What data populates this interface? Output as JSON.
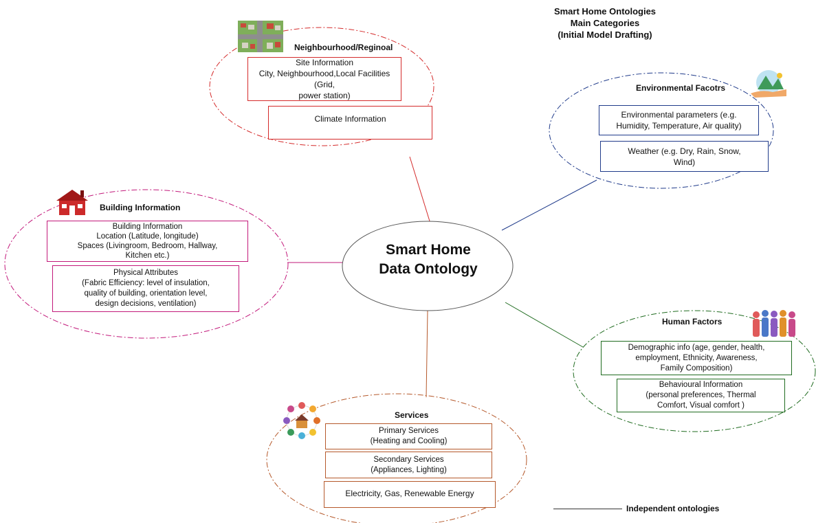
{
  "heading": [
    "Smart Home Ontologies",
    "Main Categories",
    "(Initial Model Drafting)"
  ],
  "central": [
    "Smart Home",
    "Data Ontology"
  ],
  "neighbourhood": {
    "title": "Neighbourhood/Reginoal",
    "site_info": [
      "Site Information",
      "City, Neighbourhood,Local Facilities (Grid,",
      "power station)"
    ],
    "climate_info": "Climate Information"
  },
  "environmental": {
    "title": "Environmental Facotrs",
    "parameters": [
      "Environmental parameters (e.g.",
      "Humidity, Temperature, Air quality)"
    ],
    "weather": [
      "Weather (e.g. Dry, Rain, Snow,",
      "Wind)"
    ]
  },
  "building": {
    "title": "Building Information",
    "info": [
      "Building Information",
      "Location (Latitude, longitude)",
      "Spaces (Livingroom, Bedroom, Hallway,",
      "Kitchen etc.)"
    ],
    "physical": [
      "Physical Attributes",
      "(Fabric Efficiency: level of insulation,",
      "quality of building, orientation level,",
      "design decisions, ventilation)"
    ]
  },
  "human": {
    "title": "Human Factors",
    "demographic": [
      "Demographic info (age, gender, health,",
      "employment, Ethnicity, Awareness,",
      "Family Composition)"
    ],
    "behavioural": [
      "Behavioural Information",
      "(personal preferences, Thermal",
      "Comfort, Visual comfort )"
    ]
  },
  "services": {
    "title": "Services",
    "primary": [
      "Primary Services",
      "(Heating and Cooling)"
    ],
    "secondary": [
      "Secondary Services",
      "(Appliances, Lighting)"
    ],
    "energy": "Electricity, Gas, Renewable Energy"
  },
  "legend": "Independent ontologies",
  "colors": {
    "neighbourhood": "#d42a2a",
    "environmental": "#1f3a8a",
    "building": "#c2187a",
    "human": "#1f6b1f",
    "services": "#b5582a"
  }
}
